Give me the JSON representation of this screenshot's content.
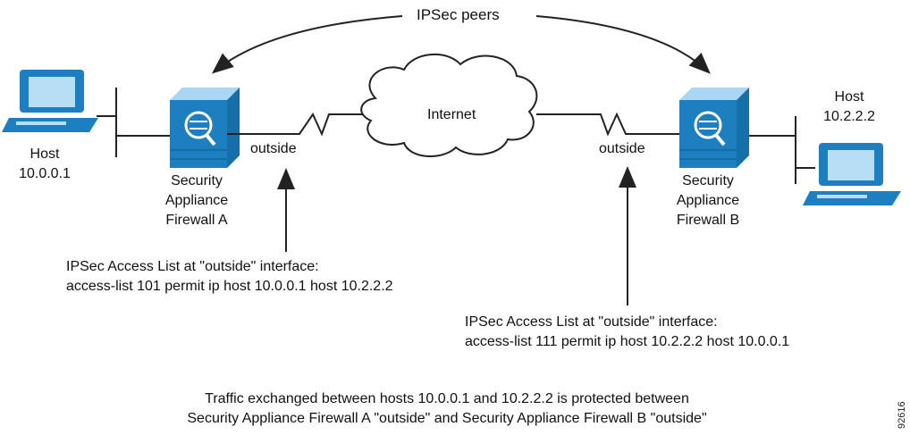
{
  "peers_label": "IPSec peers",
  "internet_label": "Internet",
  "host_a": {
    "title": "Host",
    "ip": "10.0.0.1"
  },
  "host_b": {
    "title": "Host",
    "ip": "10.2.2.2"
  },
  "firewall_a": {
    "line1": "Security",
    "line2": "Appliance",
    "line3": "Firewall A",
    "iface": "outside"
  },
  "firewall_b": {
    "line1": "Security",
    "line2": "Appliance",
    "line3": "Firewall B",
    "iface": "outside"
  },
  "acl_a": {
    "line1": "IPSec Access List at \"outside\" interface:",
    "line2": "access-list 101 permit ip host 10.0.0.1 host 10.2.2.2"
  },
  "acl_b": {
    "line1": "IPSec Access List at \"outside\" interface:",
    "line2": "access-list 111 permit ip host 10.2.2.2 host 10.0.0.1"
  },
  "footer": {
    "line1": "Traffic exchanged between hosts 10.0.0.1 and 10.2.2.2 is protected between",
    "line2": "Security Appliance Firewall A \"outside\" and Security Appliance Firewall B \"outside\""
  },
  "figure_id": "92616",
  "colors": {
    "device_blue": "#1e7fc0",
    "device_light": "#a9d6f2",
    "line": "#222222"
  }
}
